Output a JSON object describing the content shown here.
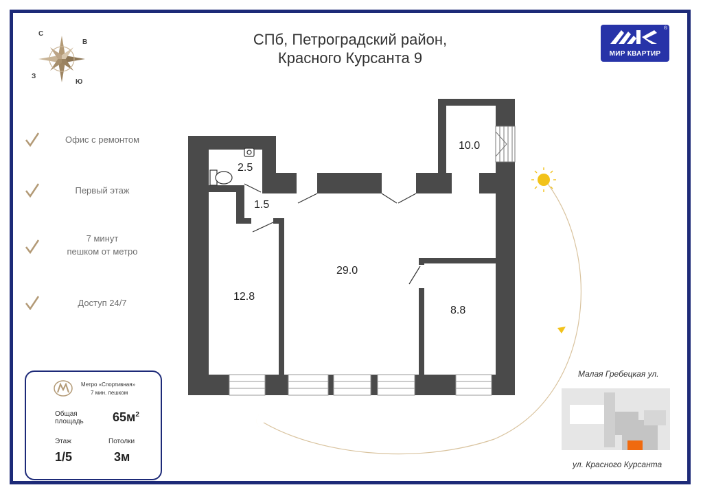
{
  "header": {
    "line1": "СПб, Петроградский район,",
    "line2": "Красного Курсанта 9"
  },
  "logo": {
    "text": "МИР КВАРТИР",
    "registered": "®"
  },
  "compass": {
    "north": "С",
    "east": "В",
    "west": "З",
    "south": "Ю"
  },
  "features": [
    {
      "line1": "Офис с ремонтом",
      "line2": ""
    },
    {
      "line1": "Первый этаж",
      "line2": ""
    },
    {
      "line1": "7 минут",
      "line2": "пешком от метро"
    },
    {
      "line1": "Доступ 24/7",
      "line2": ""
    }
  ],
  "card": {
    "metro_name": "Метро «Спортивная»",
    "metro_walk": "7 мин. пешком",
    "area_label_1": "Общая",
    "area_label_2": "площадь",
    "area_value": "65м",
    "area_sup": "2",
    "floor_label": "Этаж",
    "floor_value": "1/5",
    "ceiling_label": "Потолки",
    "ceiling_value": "3м"
  },
  "rooms": [
    {
      "id": "wc",
      "area": "2.5"
    },
    {
      "id": "hall",
      "area": "1.5"
    },
    {
      "id": "vestibule",
      "area": "10.0"
    },
    {
      "id": "main",
      "area": "29.0"
    },
    {
      "id": "left",
      "area": "12.8"
    },
    {
      "id": "right",
      "area": "8.8"
    }
  ],
  "map": {
    "street_top": "Малая Гребецкая ул.",
    "street_bottom": "ул. Красного  Курсанта"
  },
  "colors": {
    "frame": "#1d2a78",
    "wall": "#4a4a4a",
    "logo": "#2733a8",
    "sun": "#f2c21a",
    "highlight": "#f06a0f",
    "gold": "#b39a76"
  }
}
